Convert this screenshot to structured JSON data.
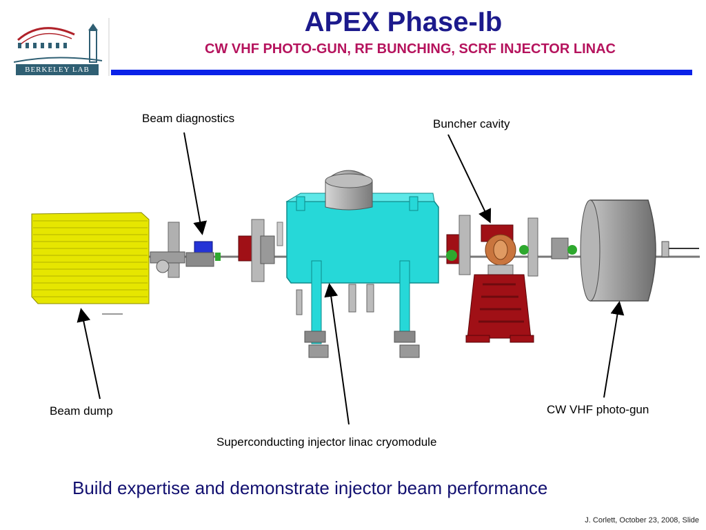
{
  "header": {
    "title": "APEX Phase-Ib",
    "subtitle": "CW VHF PHOTO-GUN, RF BUNCHING, SCRF INJECTOR LINAC",
    "logo_text": "BERKELEY LAB"
  },
  "diagram": {
    "labels": {
      "beam_diagnostics": "Beam diagnostics",
      "buncher_cavity": "Buncher cavity",
      "beam_dump": "Beam dump",
      "cryomodule": "Superconducting injector linac cryomodule",
      "photo_gun": "CW VHF photo-gun"
    },
    "colors": {
      "beam_dump": "#e6e600",
      "cryomodule": "#26d8d8",
      "buncher_stand": "#a01016",
      "gun": "#9a9a9a",
      "title": "#1c1a8c",
      "subtitle": "#b5135d",
      "rule": "#0b22e8"
    }
  },
  "tagline": "Build expertise and demonstrate injector beam performance",
  "footer": "J. Corlett, October 23, 2008, Slide"
}
